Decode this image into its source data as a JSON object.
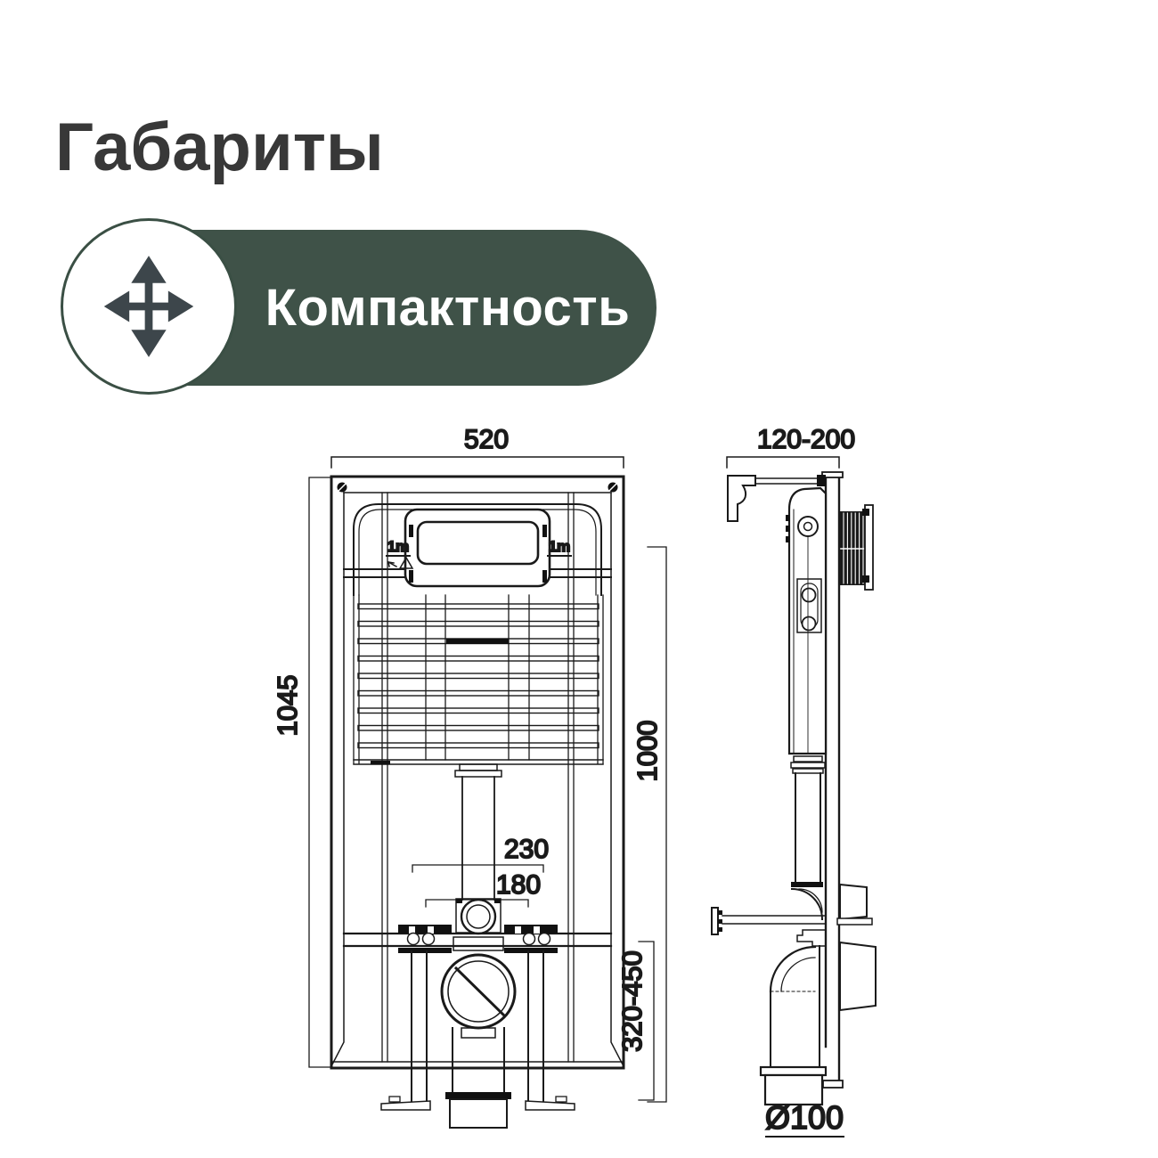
{
  "page": {
    "title": "Габариты"
  },
  "badge": {
    "label": "Компактность",
    "icon": "move-arrows-icon",
    "pill_color": "#3f5248",
    "circle_border_color": "#3a4f44",
    "icon_color": "#3d464b"
  },
  "drawing": {
    "line_color": "#1a1a1a",
    "front_view": {
      "dim_width_top": "520",
      "dim_height_left": "1045",
      "dim_height_right": "1000",
      "dim_inlet_span": "230",
      "dim_inlet_span_narrow": "180",
      "dim_floor_adjust_range": "320-450",
      "mark_left": "1m",
      "mark_right": "1m"
    },
    "side_view": {
      "dim_depth_top": "120-200",
      "dim_outlet_diameter": "Ø100"
    }
  }
}
